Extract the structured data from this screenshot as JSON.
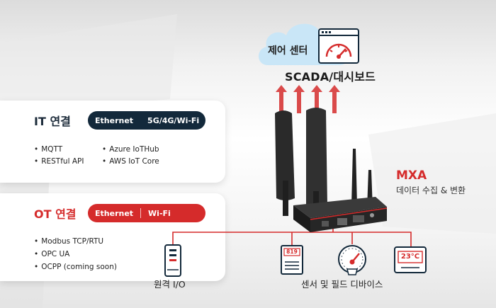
{
  "control_center": {
    "cloud_label": "제어 센터",
    "scada_label": "SCADA/대시보드"
  },
  "it_panel": {
    "title": "IT 연결",
    "connectivity": [
      "Ethernet",
      "5G/4G/Wi-Fi"
    ],
    "protocols": [
      "MQTT",
      "RESTful API",
      "Azure IoTHub",
      "AWS IoT Core"
    ]
  },
  "ot_panel": {
    "title": "OT 연결",
    "connectivity": [
      "Ethernet",
      "Wi-Fi"
    ],
    "protocols": [
      "Modbus TCP/RTU",
      "OPC UA",
      "OCPP (coming soon)"
    ]
  },
  "device": {
    "name": "MXA",
    "description": "데이터 수집 & 변환"
  },
  "field": {
    "remote_io_label": "원격 I/O",
    "sensors_label": "센서 및 필드 디바이스",
    "meter_reading": "819",
    "temperature_reading": "23°C"
  },
  "colors": {
    "accent_red": "#d52b2b",
    "navy": "#13293b",
    "cloud_blue": "#c9e6f7"
  },
  "icons": [
    "cloud-icon",
    "gauge-icon",
    "router-icon",
    "remote-io-icon",
    "meter-icon",
    "pressure-gauge-icon",
    "thermostat-icon"
  ]
}
